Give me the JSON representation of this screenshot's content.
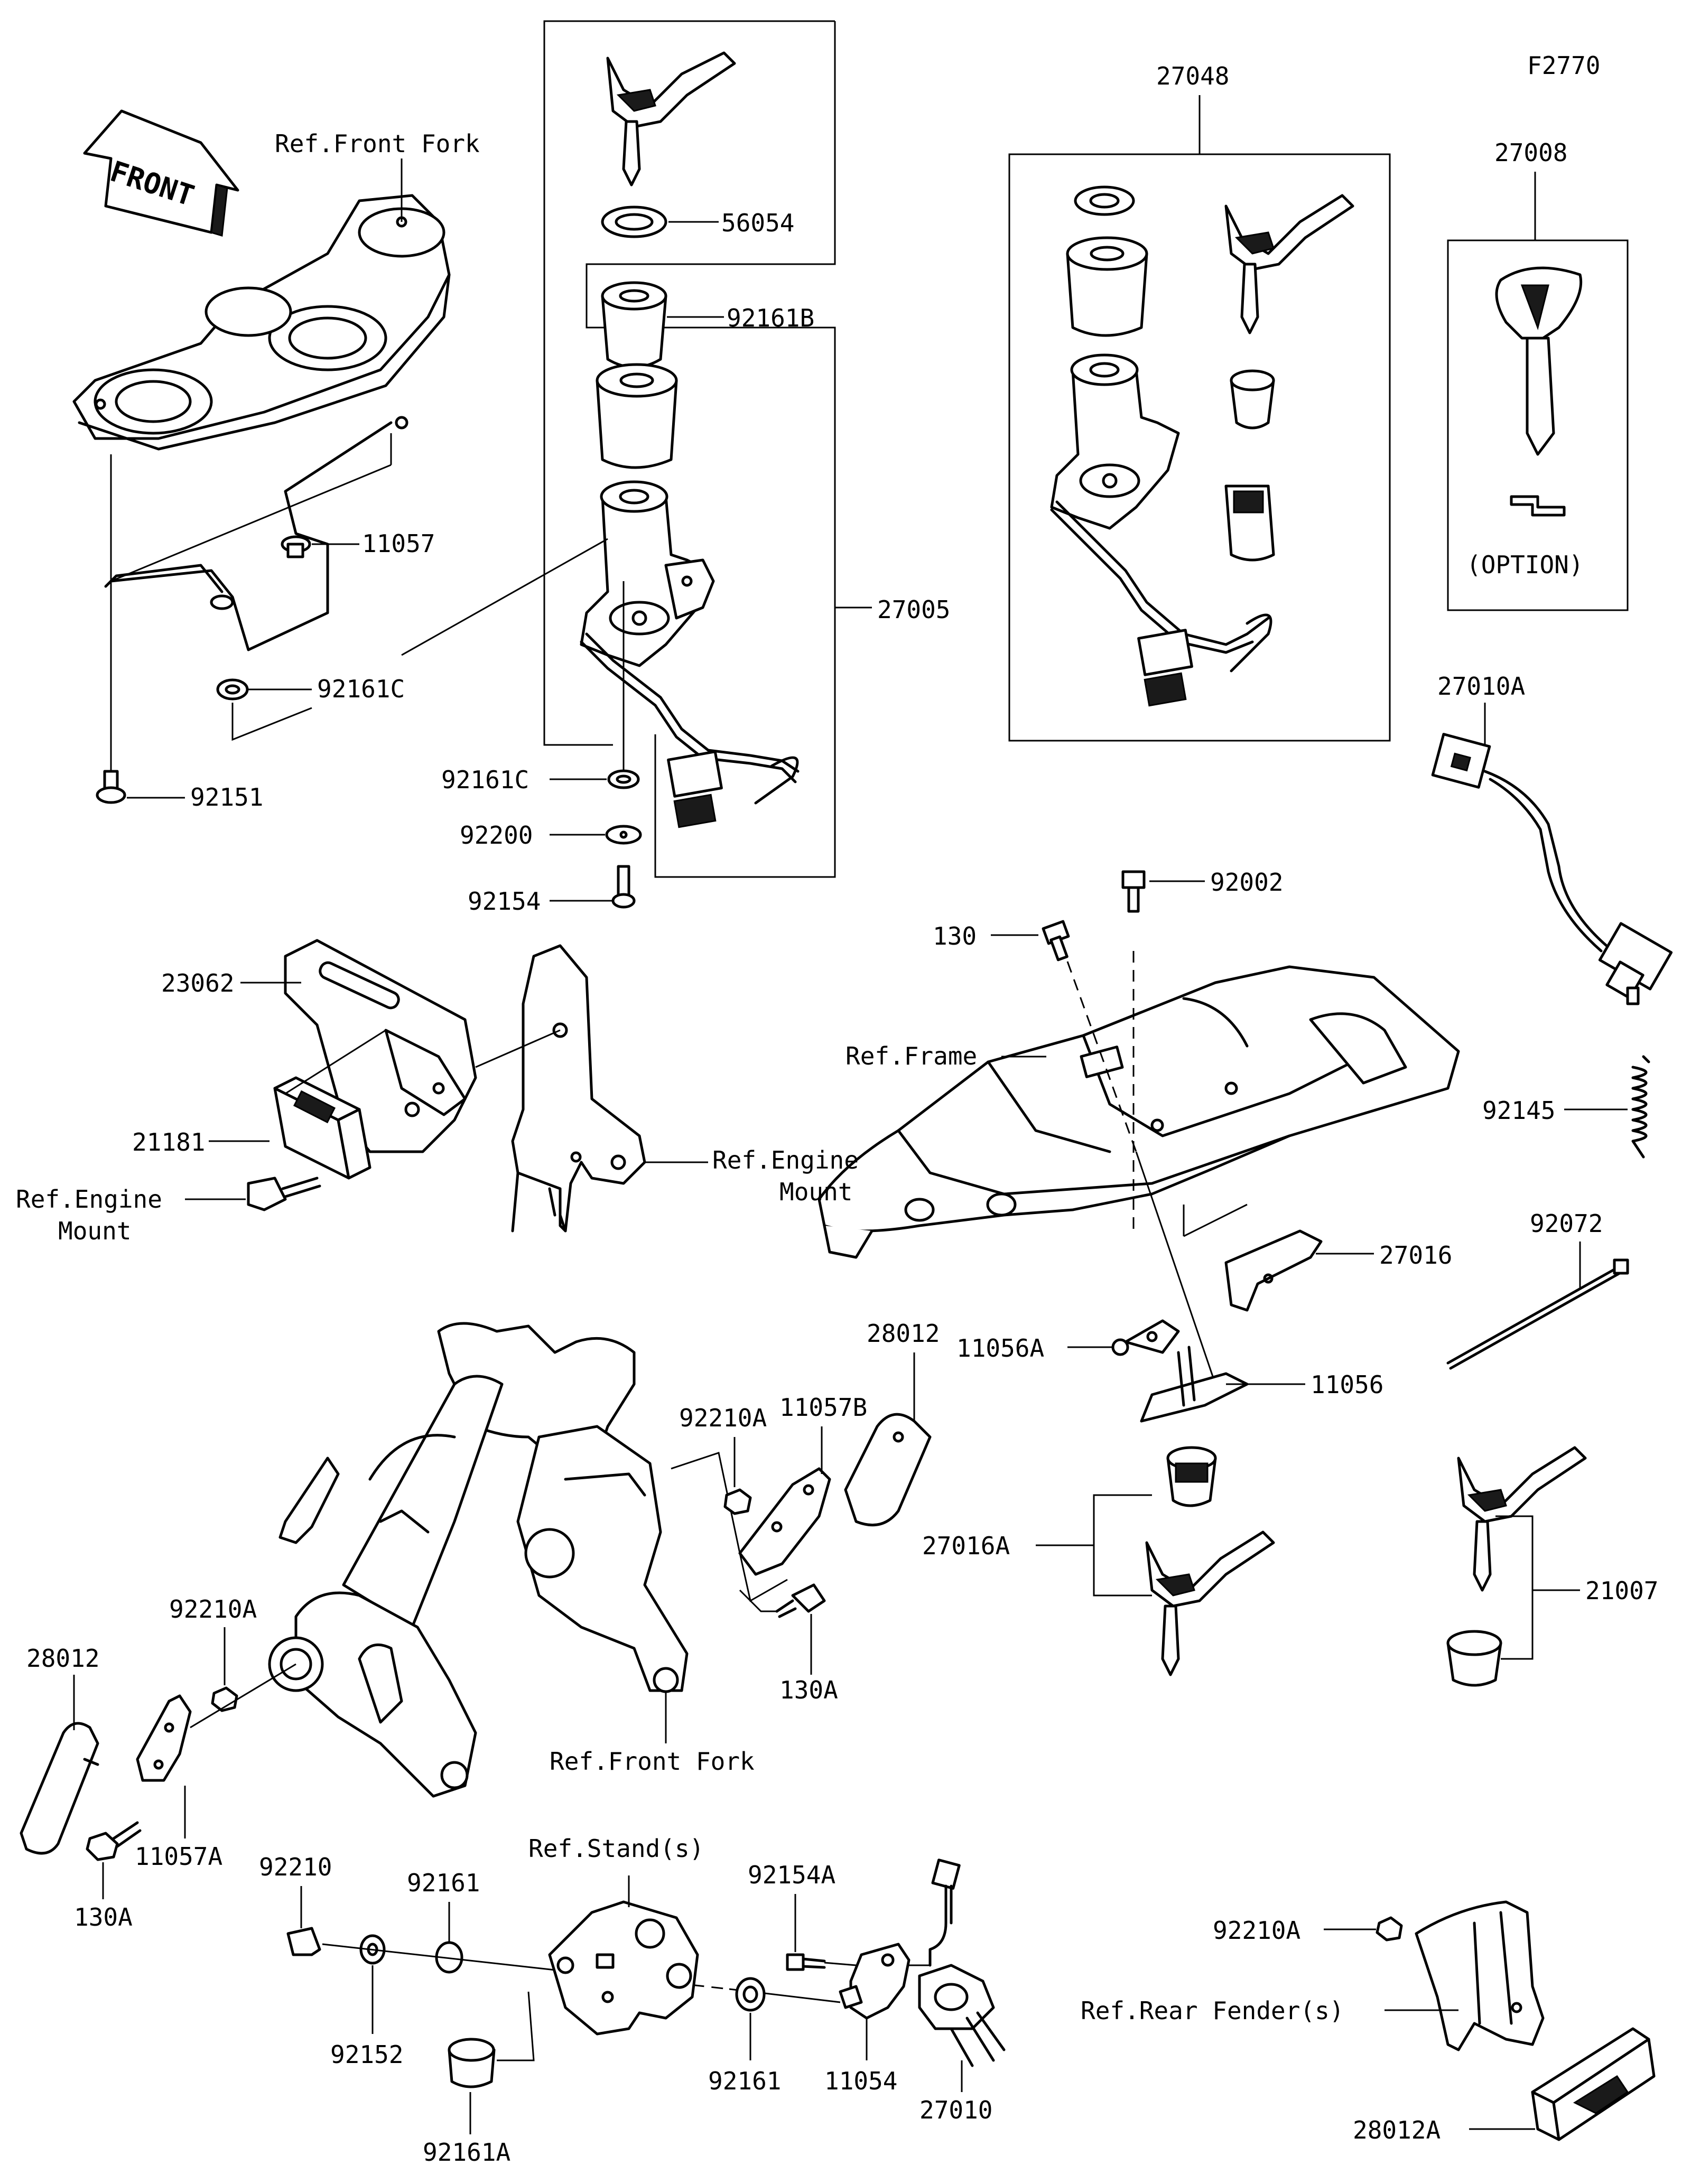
{
  "diagram_code": "F2770",
  "front_label": "FRONT",
  "callouts": {
    "ref_front_fork_top": "Ref.Front Fork",
    "p11057": "11057",
    "p92161C_left": "92161C",
    "p92151": "92151",
    "p56054": "56054",
    "p92161B": "92161B",
    "p27005": "27005",
    "p92161C_mid": "92161C",
    "p92200": "92200",
    "p92154": "92154",
    "p27048": "27048",
    "p27008": "27008",
    "option": "(OPTION)",
    "p27010A": "27010A",
    "p92145": "92145",
    "p130_top": "130",
    "p92002": "92002",
    "ref_frame": "Ref.Frame",
    "p23062": "23062",
    "p21181": "21181",
    "ref_engine_mount_right_1": "Ref.Engine",
    "ref_engine_mount_right_2": "Mount",
    "ref_engine_mount_left_1": "Ref.Engine",
    "ref_engine_mount_left_2": "Mount",
    "p27016": "27016",
    "p92072": "92072",
    "p28012_right": "28012",
    "p92210A_mid": "92210A",
    "p11057B": "11057B",
    "p11056A": "11056A",
    "p11056": "11056",
    "p27016A": "27016A",
    "p21007": "21007",
    "p130A_mid": "130A",
    "p92210A_left": "92210A",
    "p28012_left": "28012",
    "p11057A": "11057A",
    "p130A_left": "130A",
    "ref_front_fork_bottom": "Ref.Front Fork",
    "p92210": "92210",
    "p92161_top": "92161",
    "p92152": "92152",
    "p92161A": "92161A",
    "ref_stands": "Ref.Stand(s)",
    "p92154A": "92154A",
    "p92161_bottom": "92161",
    "p11054": "11054",
    "p27010": "27010",
    "p92210A_right": "92210A",
    "ref_rear_fender": "Ref.Rear Fender(s)",
    "p28012A": "28012A"
  }
}
